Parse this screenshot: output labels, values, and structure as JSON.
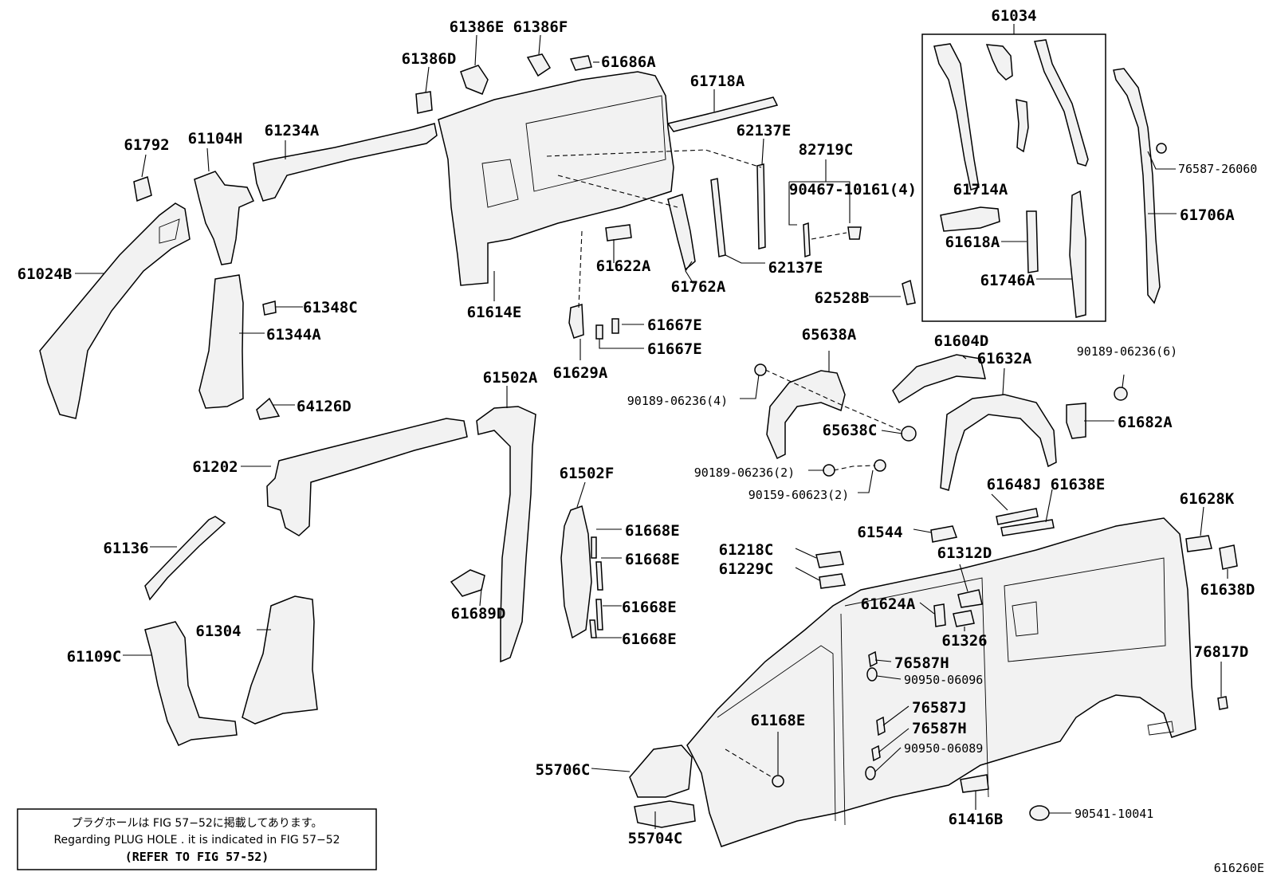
{
  "labels": {
    "p61034": "61034",
    "p61386E": "61386E",
    "p61386F": "61386F",
    "p61386D": "61386D",
    "p61686A": "61686A",
    "p61718A": "61718A",
    "p61792": "61792",
    "p61104H": "61104H",
    "p61234A": "61234A",
    "p62137E_a": "62137E",
    "p82719C": "82719C",
    "p90467": "90467-10161(4)",
    "p61714A": "61714A",
    "p76587_26060": "76587-26060",
    "p61706A": "61706A",
    "p61618A": "61618A",
    "p61746A": "61746A",
    "p61024B": "61024B",
    "p61622A": "61622A",
    "p62137E_b": "62137E",
    "p61614E": "61614E",
    "p61762A": "61762A",
    "p62528B": "62528B",
    "p61348C": "61348C",
    "p61344A": "61344A",
    "p61667E_a": "61667E",
    "p61667E_b": "61667E",
    "p65638A": "65638A",
    "p61604D": "61604D",
    "p61632A": "61632A",
    "p90189_6": "90189-06236(6)",
    "p61629A": "61629A",
    "p90189_4": "90189-06236(4)",
    "p61502A": "61502A",
    "p64126D": "64126D",
    "p65638C": "65638C",
    "p61682A": "61682A",
    "p61202": "61202",
    "p90189_2": "90189-06236(2)",
    "p61502F": "61502F",
    "p90159": "90159-60623(2)",
    "p61648J": "61648J",
    "p61638E": "61638E",
    "p61628K": "61628K",
    "p61544": "61544",
    "p61668E_a": "61668E",
    "p61136": "61136",
    "p61218C": "61218C",
    "p61312D": "61312D",
    "p61668E_b": "61668E",
    "p61229C": "61229C",
    "p61638D": "61638D",
    "p61624A": "61624A",
    "p61689D": "61689D",
    "p61668E_c": "61668E",
    "p61304": "61304",
    "p61326": "61326",
    "p61668E_d": "61668E",
    "p76817D": "76817D",
    "p61109C": "61109C",
    "p76587H_a": "76587H",
    "p90950_06096": "90950-06096",
    "p76587J": "76587J",
    "p61168E": "61168E",
    "p76587H_b": "76587H",
    "p90950_06089": "90950-06089",
    "p55706C": "55706C",
    "p90541": "90541-10041",
    "p55704C": "55704C",
    "p61416B": "61416B"
  },
  "note": {
    "line1": "プラグホールは FIG 57−52に掲載してあります。",
    "line2": "Regarding  PLUG  HOLE . it is indicated in FIG 57−52",
    "line3": "(REFER TO FIG 57-52)"
  },
  "figure_id": "616260E"
}
